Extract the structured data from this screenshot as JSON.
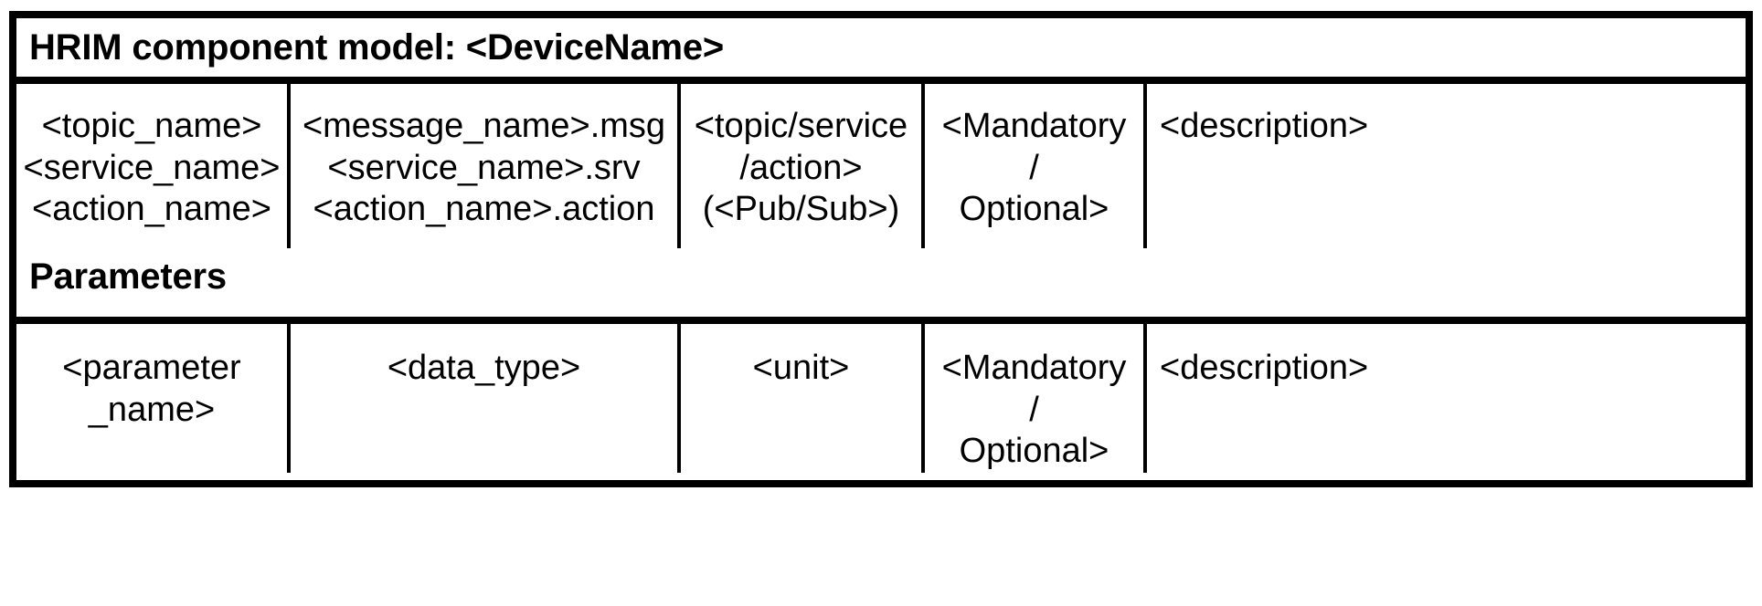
{
  "table": {
    "title": "HRIM component model: <DeviceName>",
    "section_label": "Parameters",
    "communication_header": {
      "name_column": "<topic_name>\n<service_name>\n<action_name>",
      "type_column": "<message_name>.msg\n<service_name>.srv\n<action_name>.action",
      "kind_column": "<topic/service\n/action>\n(<Pub/Sub>)",
      "requirement_column": "<Mandatory\n/\nOptional>",
      "description_column": "<description>"
    },
    "parameters_row": {
      "name_column": "<parameter\n_name>",
      "data_type_column": "<data_type>",
      "unit_column": "<unit>",
      "requirement_column": "<Mandatory\n/\nOptional>",
      "description_column": "<description>"
    }
  },
  "colors": {
    "border": "#000000",
    "background": "#ffffff",
    "text": "#000000"
  }
}
